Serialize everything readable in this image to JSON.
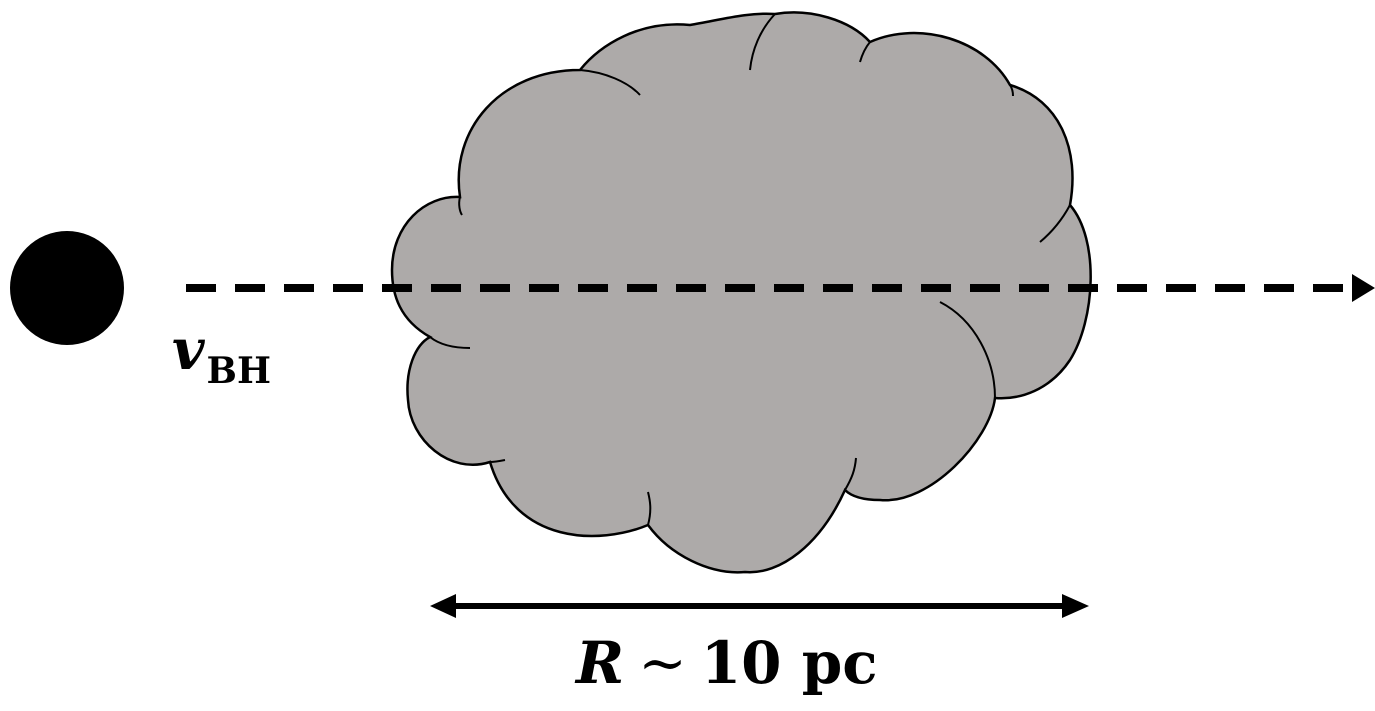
{
  "colors": {
    "black_hole": "#000000",
    "cloud_fill": "#adaaa9",
    "cloud_stroke": "#000000",
    "trajectory": "#000000",
    "scale_bar": "#000000",
    "background": "#ffffff"
  },
  "labels": {
    "velocity_symbol": "v",
    "velocity_subscript": "BH",
    "size_variable": "R",
    "size_relation": "~",
    "size_value": "10 pc"
  },
  "elements": {
    "black_hole": "filled-black-circle",
    "cloud": "gray-gas-cloud",
    "trajectory": "dashed-arrow-right",
    "scale_bar": "double-headed-arrow"
  }
}
